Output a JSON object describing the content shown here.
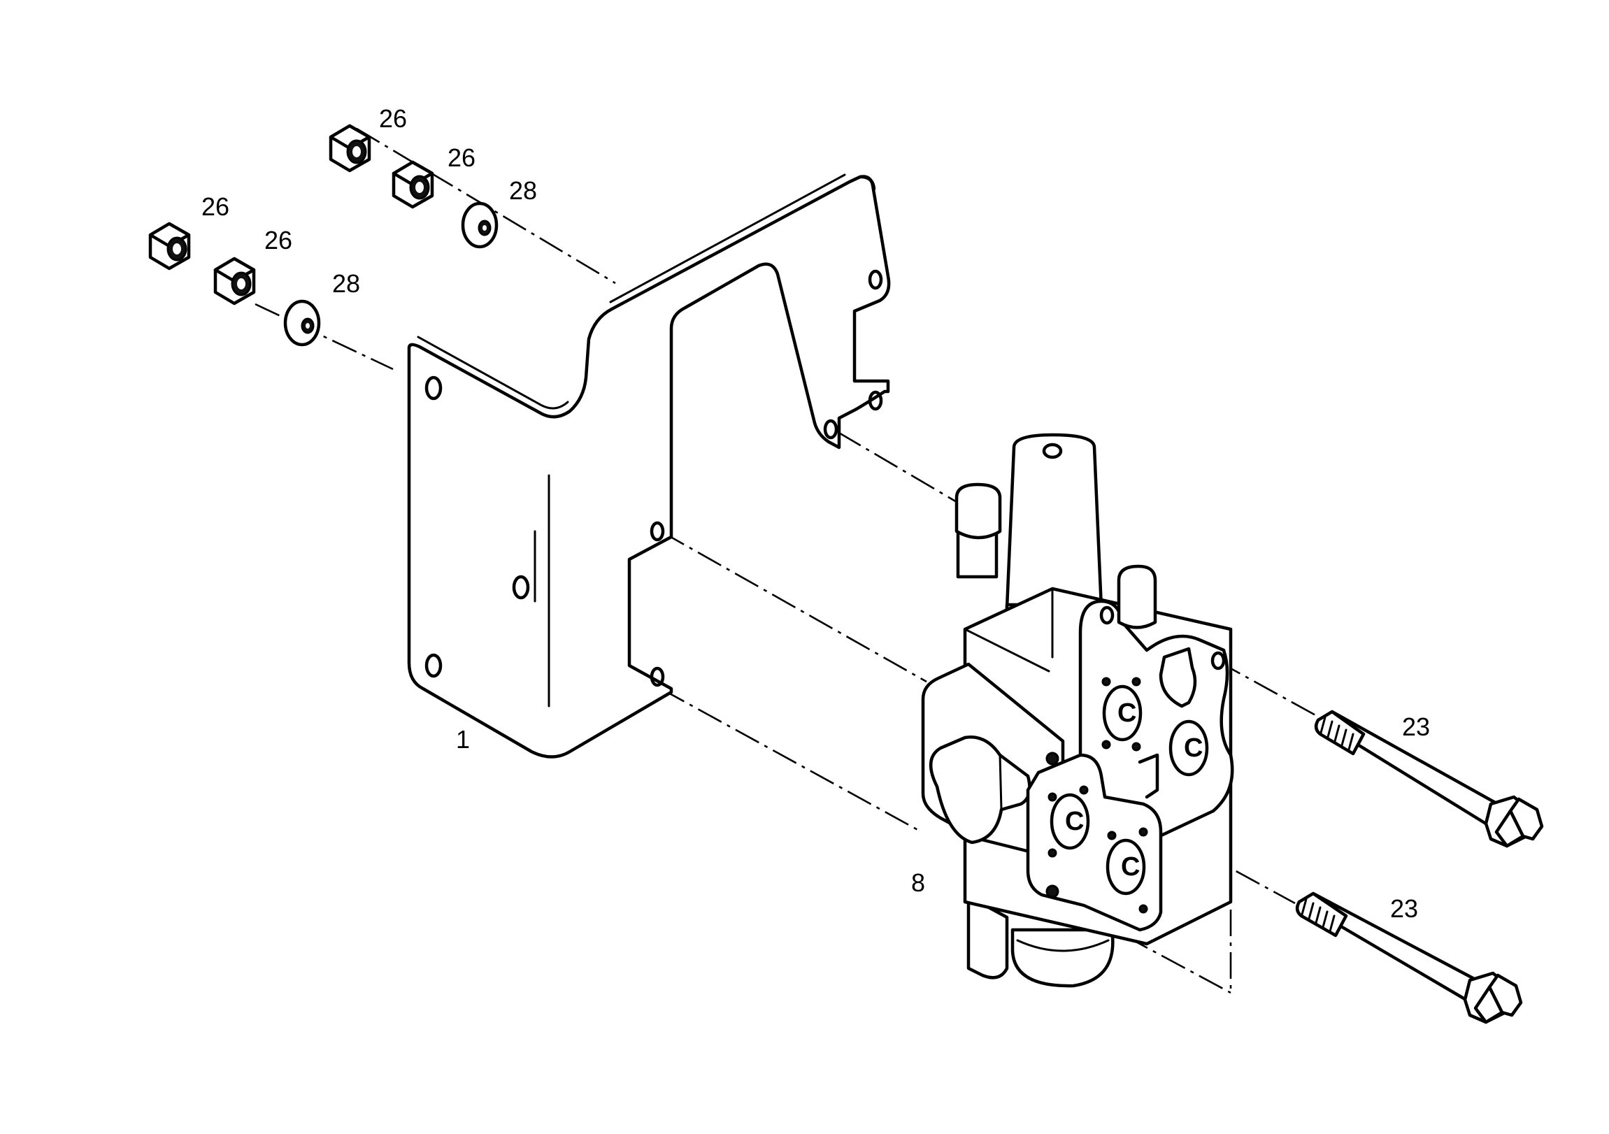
{
  "callouts": [
    {
      "id": "label-26-a",
      "text": "26"
    },
    {
      "id": "label-26-b",
      "text": "26"
    },
    {
      "id": "label-28-a",
      "text": "28"
    },
    {
      "id": "label-26-c",
      "text": "26"
    },
    {
      "id": "label-26-d",
      "text": "26"
    },
    {
      "id": "label-28-b",
      "text": "28"
    },
    {
      "id": "label-1",
      "text": "1"
    },
    {
      "id": "label-8",
      "text": "8"
    },
    {
      "id": "label-23-a",
      "text": "23"
    },
    {
      "id": "label-23-b",
      "text": "23"
    }
  ]
}
